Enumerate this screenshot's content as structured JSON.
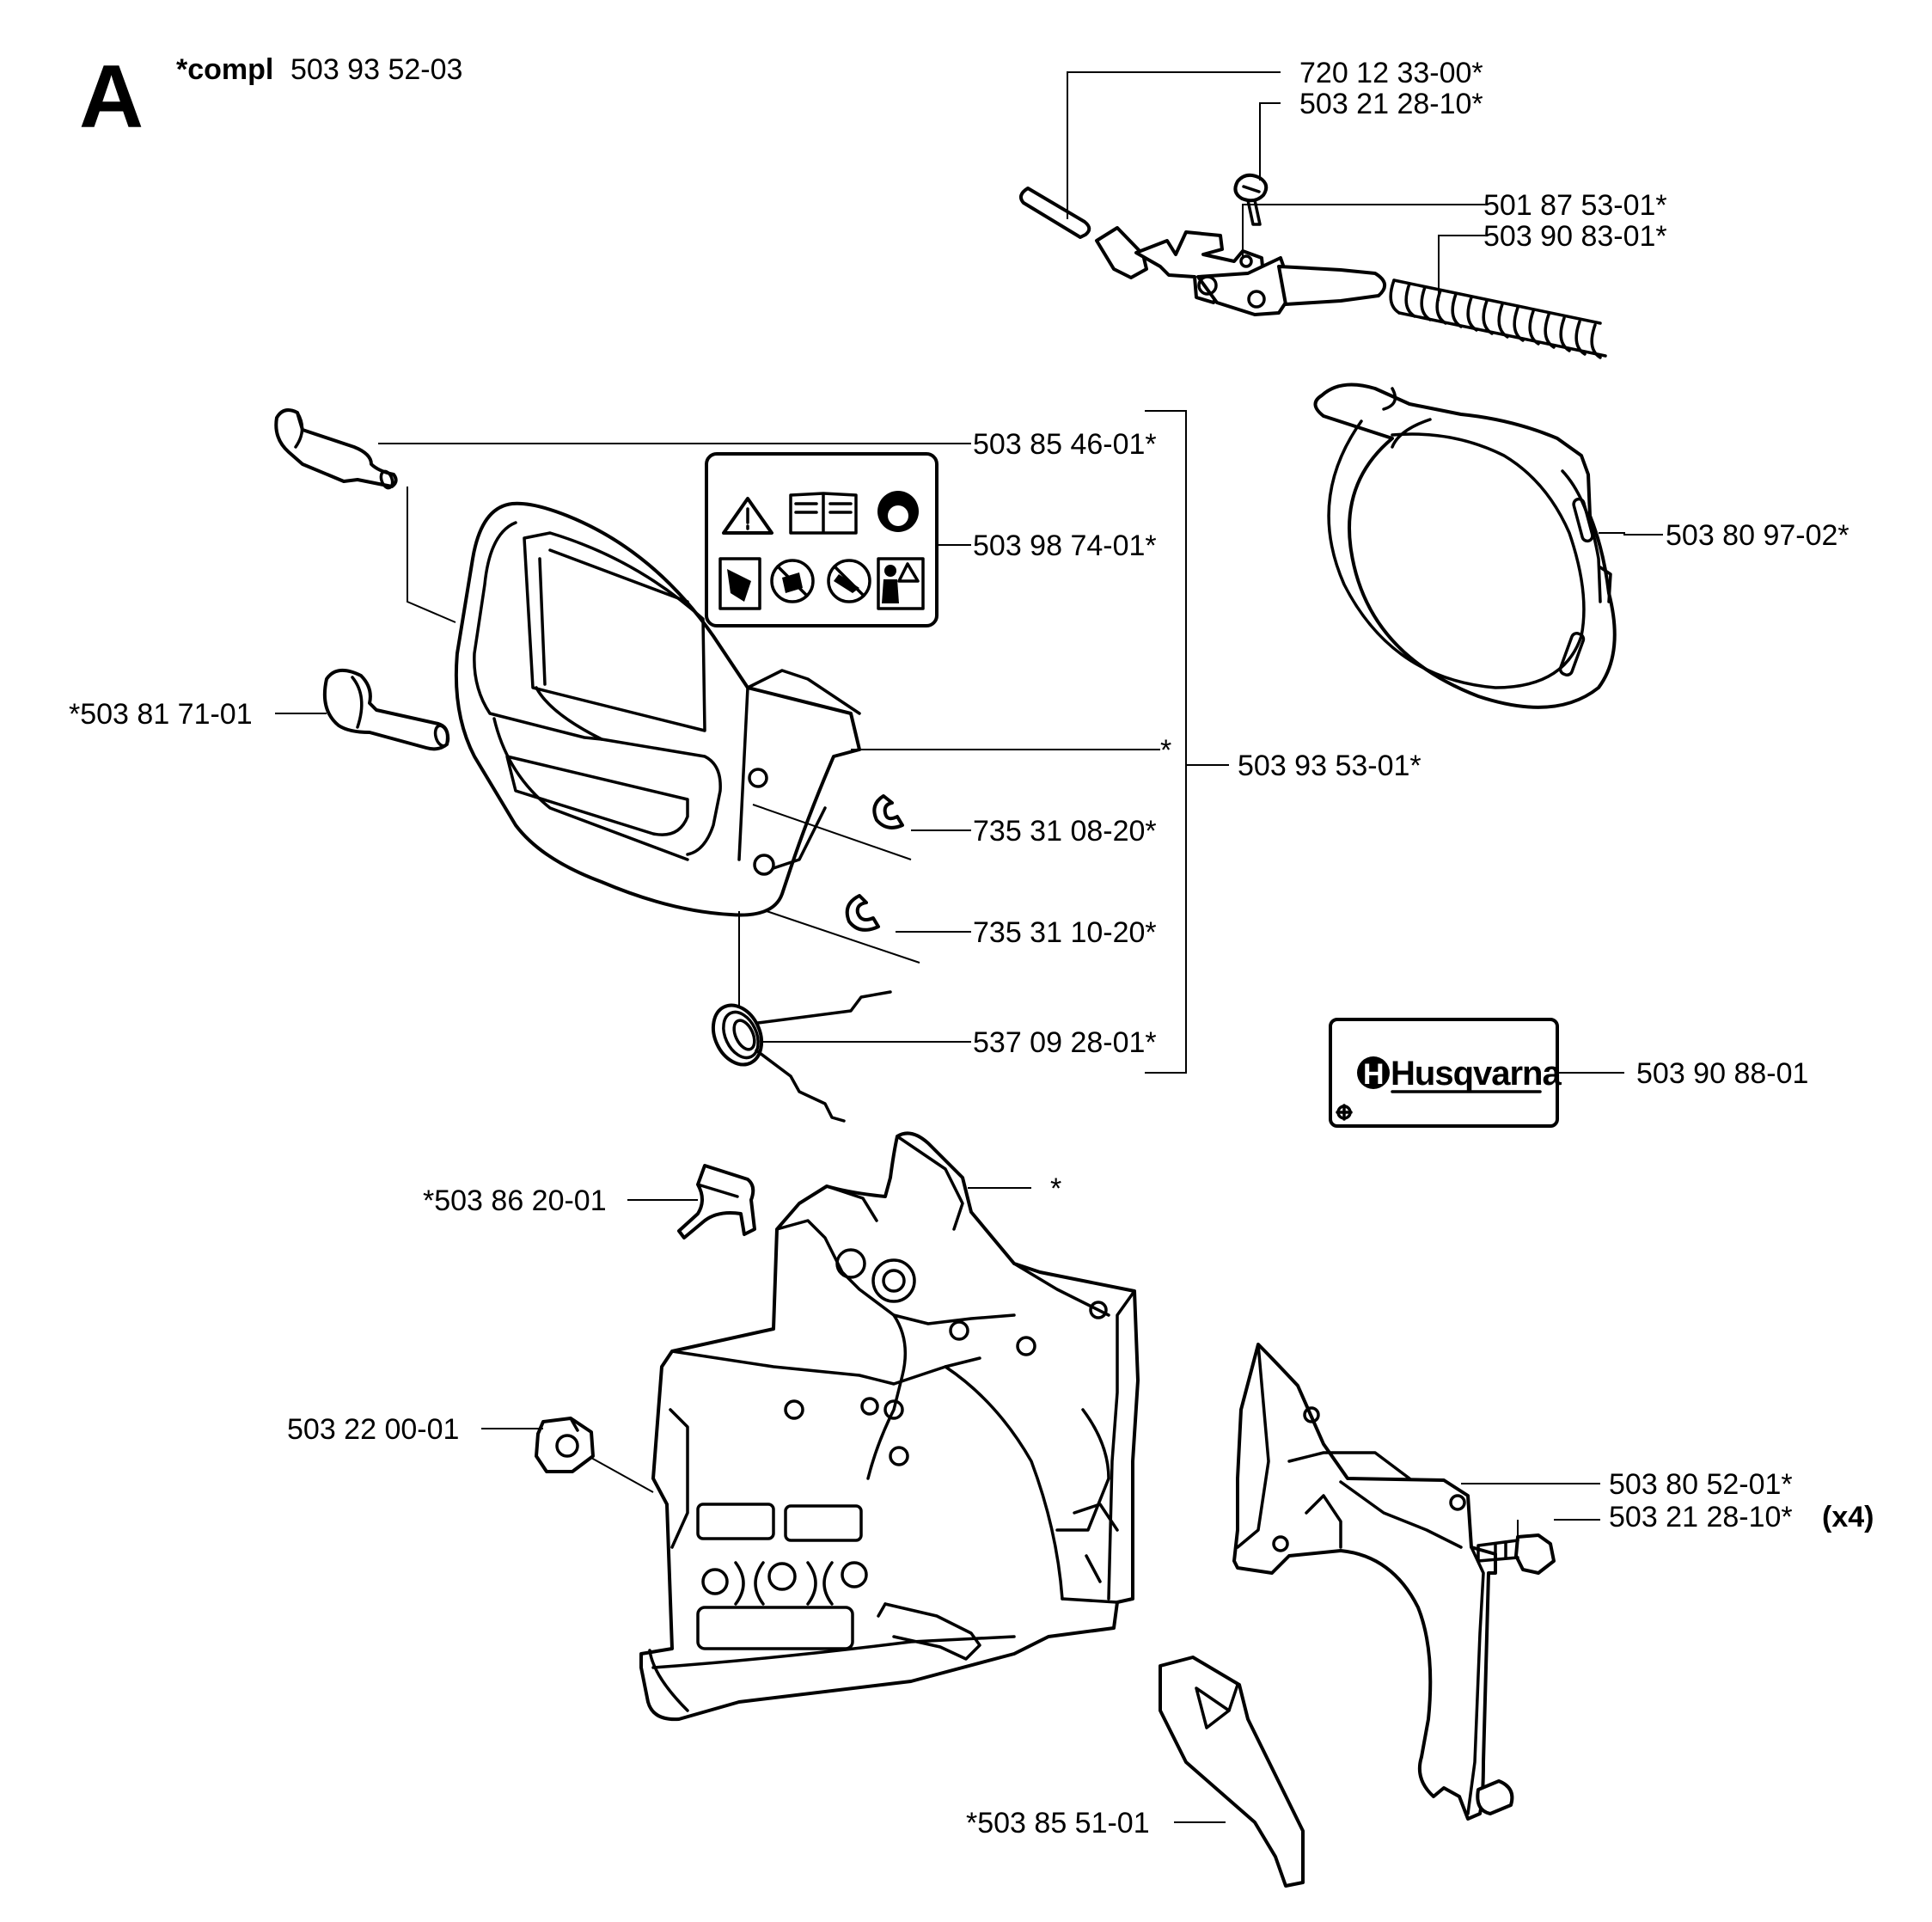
{
  "header": {
    "section_letter": "A",
    "compl_prefix": "*compl",
    "compl_number": "503 93 52-03"
  },
  "labels": {
    "pin": "720 12 33-00*",
    "screw_top": "503 21 28-10*",
    "chain_brake_lever": "501 87 53-01*",
    "spring": "503 90 83-01*",
    "brake_band": "503 80 97-02*",
    "bolt": "503 85 46-01*",
    "warning_decal": "503 98 74-01*",
    "bar_bolt": "*503 81 71-01",
    "handguard_star": "*",
    "handguard_kit": "503 93 53-01*",
    "circlip_small": "735 31 08-20*",
    "circlip_large": "735 31 10-20*",
    "torsion_spring": "537 09 28-01*",
    "brand_decal": "503 90 88-01",
    "bushing": "*503 86 20-01",
    "cover_star": "*",
    "nut": "503 22 00-01",
    "guard_plate": "503 80 52-01*",
    "screw_bottom": "503 21 28-10*",
    "screw_bottom_qty": "(x4)",
    "shield": "*503 85 51-01"
  },
  "decal": {
    "brand_name": "Husqvarna",
    "logo_letter": "H",
    "warning_icons": [
      "warning-triangle-icon",
      "manual-book-icon",
      "helmet-icon",
      "kickback-icon",
      "no-one-hand-icon",
      "no-tip-contact-icon",
      "protective-gear-icon"
    ]
  }
}
